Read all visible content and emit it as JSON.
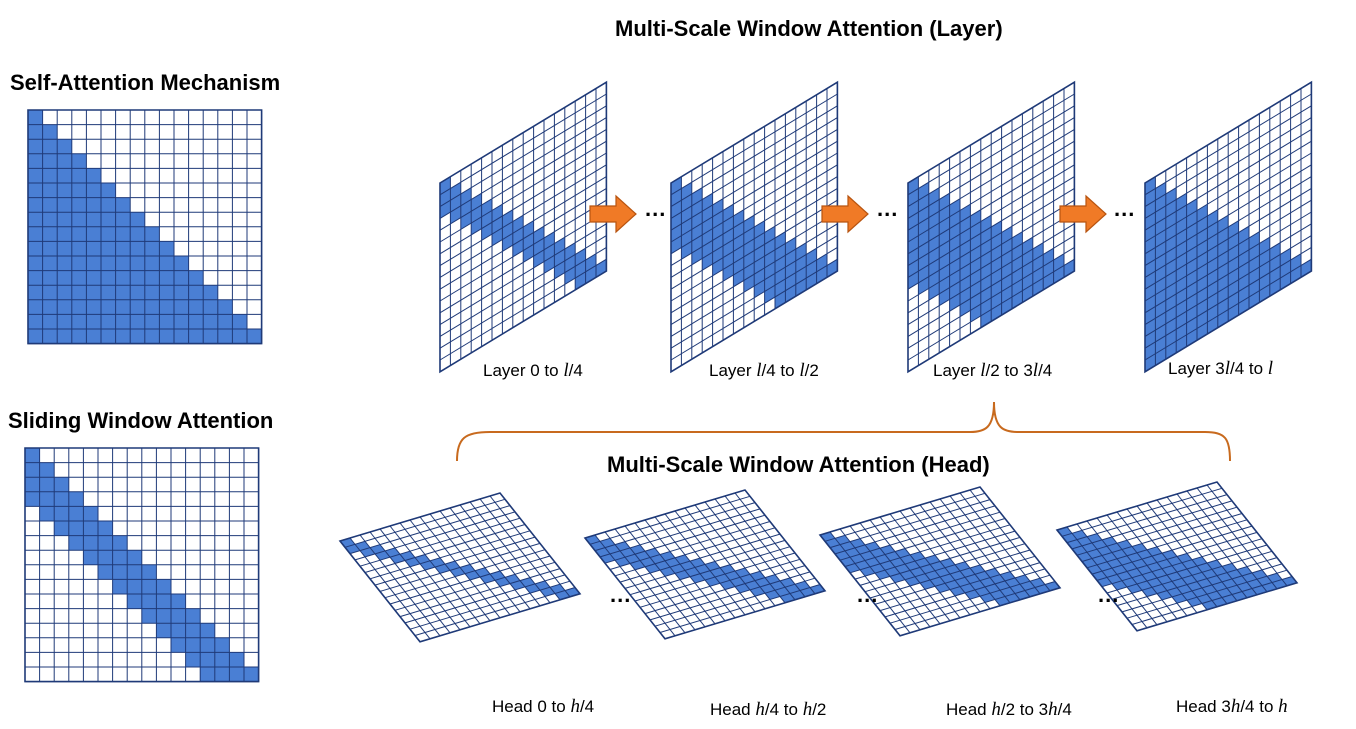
{
  "titles": {
    "self_attention": "Self-Attention Mechanism",
    "sliding_window": "Sliding Window Attention",
    "ms_layer": "Multi-Scale Window Attention (Layer)",
    "ms_head": "Multi-Scale Window Attention (Head)"
  },
  "layer_captions": [
    {
      "pre": "Layer 0 to ",
      "a": "l",
      "b": "/4"
    },
    {
      "pre": "Layer ",
      "a": "l",
      "b": "/4 to ",
      "c": "l",
      "d": "/2"
    },
    {
      "pre": "Layer ",
      "a": "l",
      "b": "/2 to 3",
      "c": "l",
      "d": "/4"
    },
    {
      "pre": "Layer 3",
      "a": "l",
      "b": "/4 to ",
      "c": "l",
      "d": ""
    }
  ],
  "head_captions": [
    {
      "pre": "Head 0 to ",
      "a": "h",
      "b": "/4"
    },
    {
      "pre": "Head ",
      "a": "h",
      "b": "/4 to ",
      "c": "h",
      "d": "/2"
    },
    {
      "pre": "Head ",
      "a": "h",
      "b": "/2 to 3",
      "c": "h",
      "d": "/4"
    },
    {
      "pre": "Head 3",
      "a": "h",
      "b": "/4 to ",
      "c": "h",
      "d": ""
    }
  ],
  "ellipsis": "...",
  "colors": {
    "fill": "#4a7fd4",
    "grid": "#1f3a78",
    "arrow_fill": "#f07a26",
    "arrow_stroke": "#b85410",
    "bracket": "#c86a1e"
  }
}
